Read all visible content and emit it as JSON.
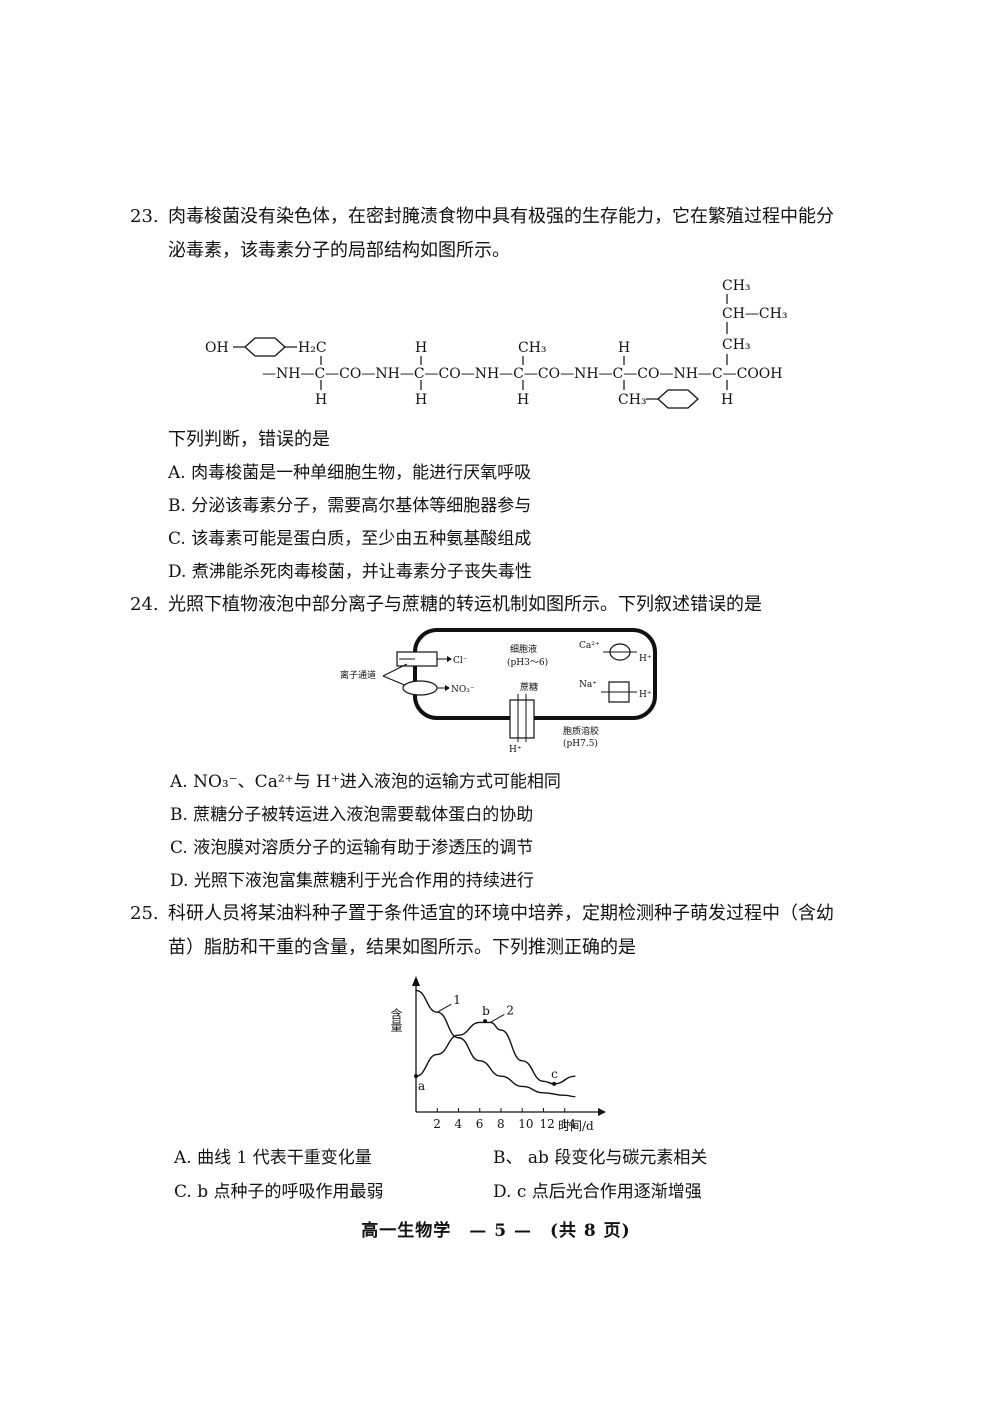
{
  "q23": {
    "number": "23.",
    "stem": "肉毒梭菌没有染色体，在密封腌渍食物中具有极强的生存能力，它在繁殖过程中能分泌毒素，该毒素分子的局部结构如图所示。",
    "prompt": "下列判断，错误的是",
    "options": [
      "A.  肉毒梭菌是一种单细胞生物，能进行厌氧呼吸",
      "B.  分泌该毒素分子，需要高尔基体等细胞器参与",
      "C.  该毒素可能是蛋白质，至少由五种氨基酸组成",
      "D.  煮沸能杀死肉毒梭菌，并让毒素分子丧失毒性"
    ],
    "structure": {
      "oh": "OH",
      "h2c": "H₂C",
      "chain": "—NH—C—CO—NH—C—CO—NH—C—CO—NH—C—CO—NH—C—COOH",
      "ch3": "CH₃",
      "ch": "CH—CH₃",
      "h": "H"
    }
  },
  "q24": {
    "number": "24.",
    "stem": "光照下植物液泡中部分离子与蔗糖的转运机制如图所示。下列叙述错误的是",
    "figure": {
      "cell_sap": "细胞液",
      "ph_inside": "(pH3～6)",
      "ion_channel": "离子通道",
      "cl": "Cl⁻",
      "no3": "NO₃⁻",
      "sucrose": "蔗糖",
      "ca": "Ca²⁺",
      "na": "Na⁺",
      "h": "H⁺",
      "cytosol": "胞质溶胶",
      "ph_outside": "(pH7.5)"
    },
    "options": [
      "A.  NO₃⁻、Ca²⁺与 H⁺进入液泡的运输方式可能相同",
      "B.  蔗糖分子被转运进入液泡需要载体蛋白的协助",
      "C.  液泡膜对溶质分子的运输有助于渗透压的调节",
      "D.  光照下液泡富集蔗糖利于光合作用的持续进行"
    ]
  },
  "q25": {
    "number": "25.",
    "stem": "科研人员将某油料种子置于条件适宜的环境中培养，定期检测种子萌发过程中（含幼苗）脂肪和干重的含量，结果如图所示。下列推测正确的是",
    "options": [
      "A.  曲线 1 代表干重变化量",
      "B、 ab 段变化与碳元素相关",
      "C.  b 点种子的呼吸作用最弱",
      "D.  c 点后光合作用逐渐增强"
    ]
  },
  "chart_data": {
    "type": "line",
    "title": "",
    "ylabel": "含量",
    "xlabel": "时间/d",
    "x_ticks": [
      "2",
      "4",
      "6",
      "8",
      "10",
      "12",
      "14"
    ],
    "xlim": [
      0,
      16
    ],
    "series": [
      {
        "name": "1",
        "x": [
          0,
          2,
          4,
          6,
          8,
          10,
          12,
          14,
          15
        ],
        "y": [
          0.95,
          0.78,
          0.58,
          0.4,
          0.28,
          0.2,
          0.15,
          0.13,
          0.12
        ]
      },
      {
        "name": "2",
        "x": [
          0,
          2,
          4,
          6,
          7,
          8,
          10,
          12,
          13,
          15
        ],
        "y": [
          0.28,
          0.45,
          0.6,
          0.7,
          0.7,
          0.64,
          0.4,
          0.24,
          0.22,
          0.28
        ]
      }
    ],
    "points": [
      {
        "label": "a",
        "x": 0,
        "y": 0.28
      },
      {
        "label": "b",
        "x": 6.5,
        "y": 0.71
      },
      {
        "label": "c",
        "x": 13,
        "y": 0.22
      }
    ]
  },
  "footer": "高一生物学　— 5 —　(共 8 页)"
}
